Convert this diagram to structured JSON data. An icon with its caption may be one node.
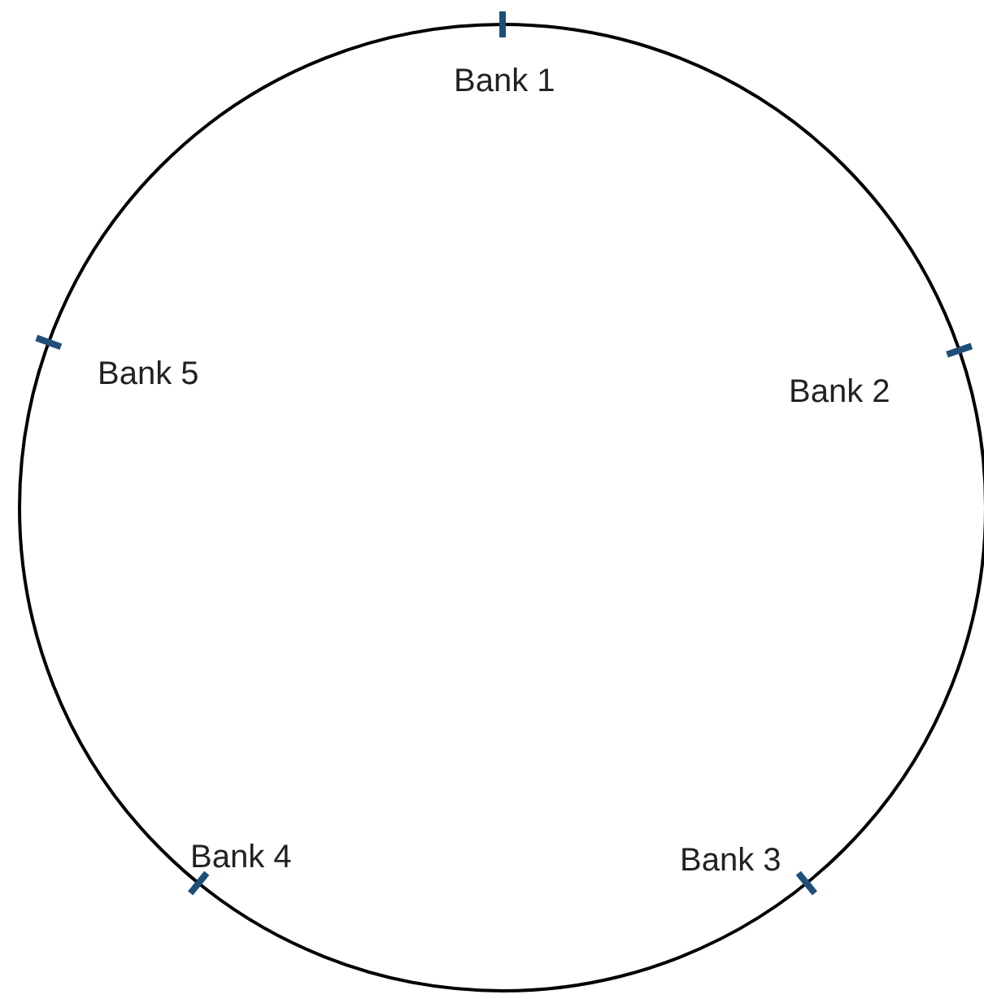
{
  "diagram": {
    "labels": [
      "Bank 1",
      "Bank 5",
      "Bank 2",
      "Bank 4",
      "Bank 3"
    ]
  }
}
